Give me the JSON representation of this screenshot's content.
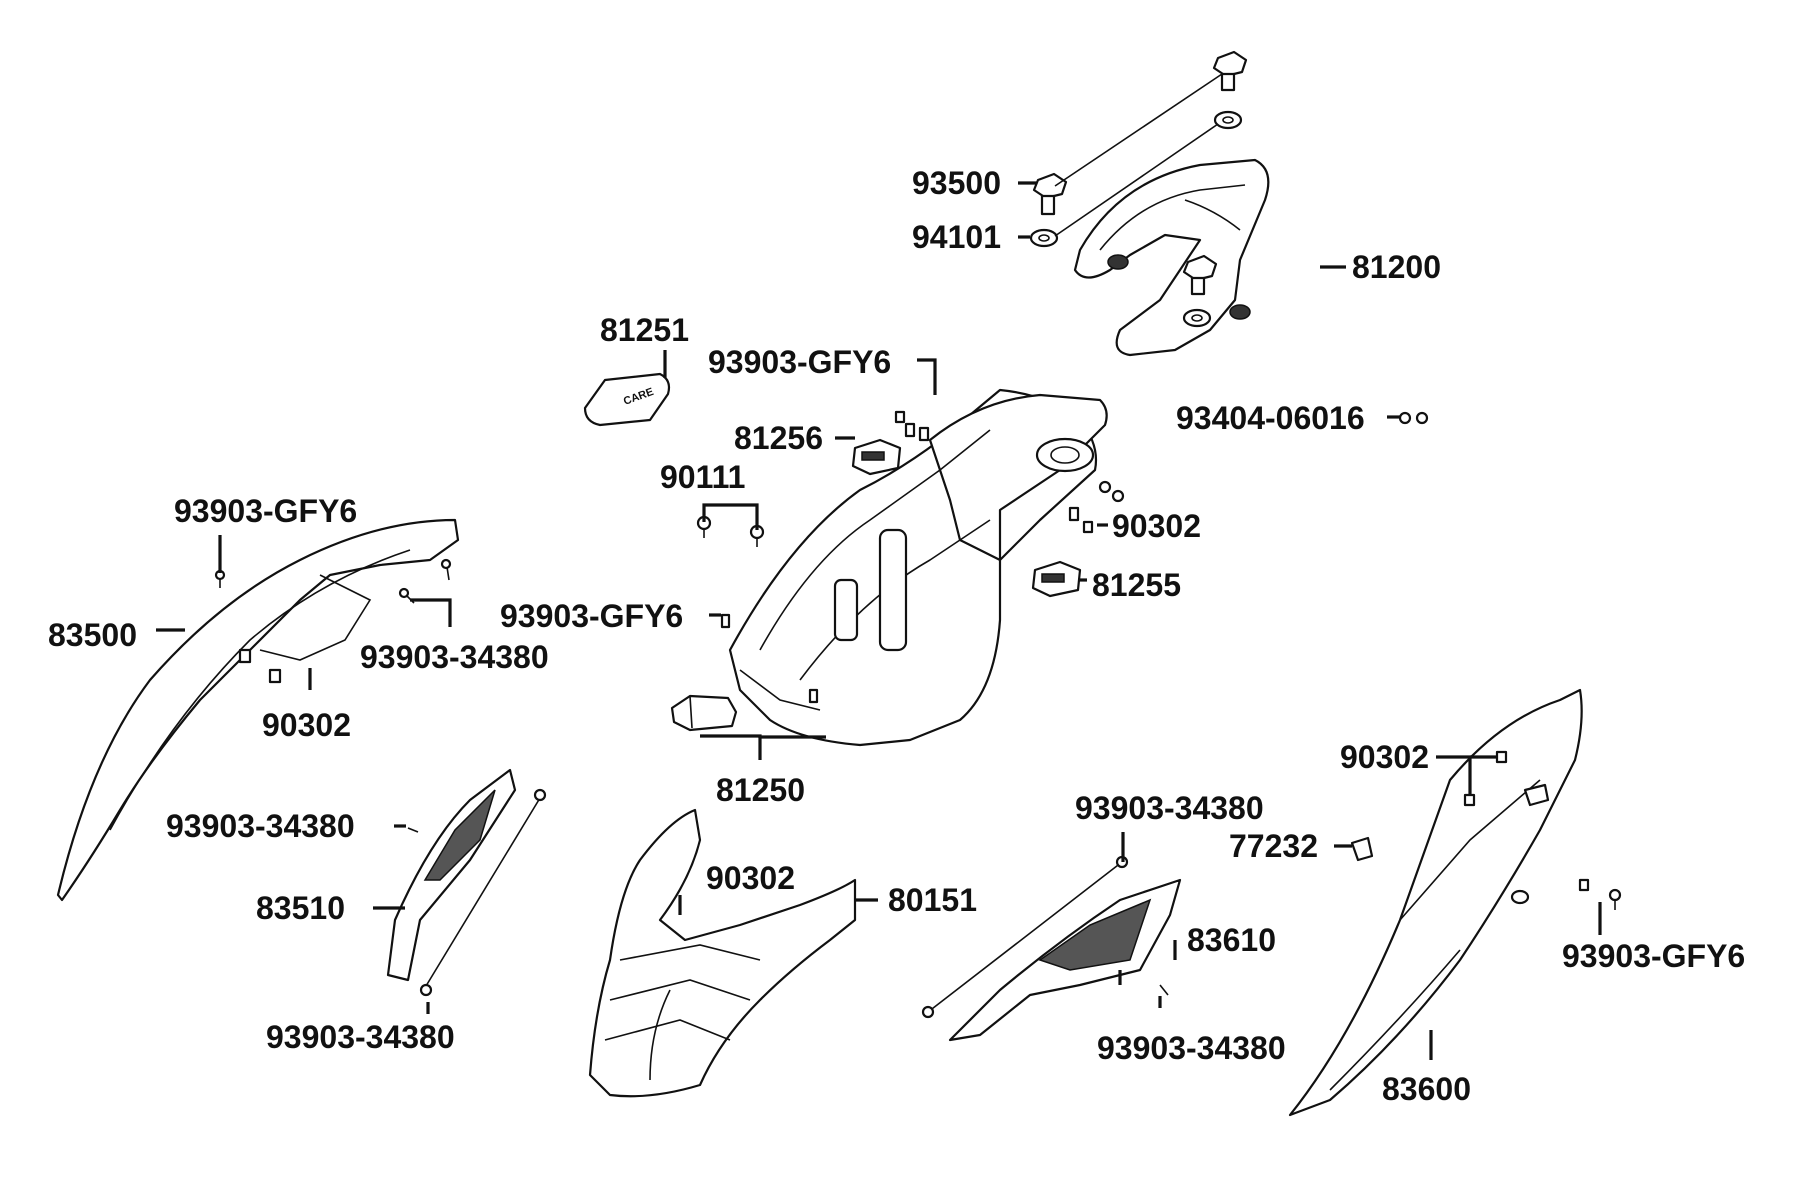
{
  "labels": {
    "l93500": "93500",
    "l94101": "94101",
    "l81200": "81200",
    "l81251": "81251",
    "l93903gfy6_top": "93903-GFY6",
    "l81256": "81256",
    "l93404": "93404-06016",
    "l90111": "90111",
    "l90302_mid": "90302",
    "l93903gfy6_left": "93903-GFY6",
    "l81255": "81255",
    "l83500": "83500",
    "l93903gfy6_center": "93903-GFY6",
    "l93903_34380_a": "93903-34380",
    "l90302_left": "90302",
    "l81250": "81250",
    "l90302_right": "90302",
    "l93903_34380_b": "93903-34380",
    "l93903_34380_c": "93903-34380",
    "l77232": "77232",
    "l83510": "83510",
    "l90302_front": "90302",
    "l80151": "80151",
    "l83610": "83610",
    "l93903gfy6_right": "93903-GFY6",
    "l93903_34380_d": "93903-34380",
    "l93903_34380_e": "93903-34380",
    "l83600": "83600"
  },
  "colors": {
    "ink": "#111111",
    "background": "#ffffff"
  }
}
